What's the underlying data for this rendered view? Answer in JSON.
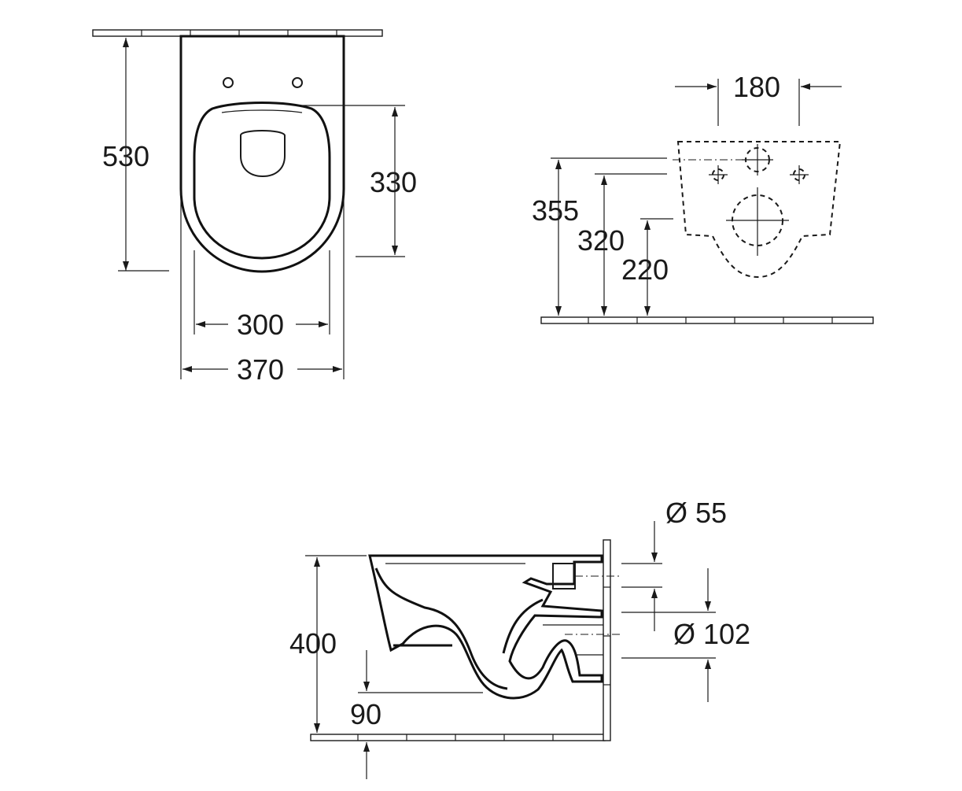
{
  "top_view": {
    "depth_label": "530",
    "seat_depth_label": "330",
    "inner_width_label": "300",
    "outer_width_label": "370"
  },
  "rear_view": {
    "fixing_spacing_label": "180",
    "fixing_height_label": "355",
    "inlet_height_label": "320",
    "outlet_height_label": "220"
  },
  "side_view": {
    "height_label": "400",
    "inlet_diameter_label": "Ø 55",
    "outlet_diameter_label": "Ø 102",
    "outlet_offset_label": "90"
  }
}
